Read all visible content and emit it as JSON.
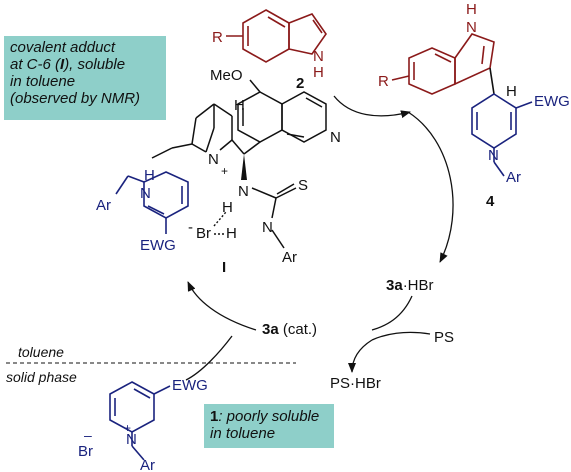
{
  "note_adduct": {
    "line1": "covalent adduct",
    "line2_pre": "at C-6 (",
    "line2_label": "I",
    "line2_post": "), soluble",
    "line3": "in toluene",
    "line4": "(observed by NMR)"
  },
  "note_pyridinium": {
    "label": "1",
    "line1_post": ": poorly soluble",
    "line2": "in toluene"
  },
  "catalyst": {
    "methoxy": "MeO",
    "H_top": "H",
    "N_quinoline": "N",
    "N_quinuclidine": "N",
    "plus": "+",
    "H_adduct": "H",
    "Ar_left": "Ar",
    "N_dihydro": "N",
    "EWG": "EWG",
    "N_thio1": "N",
    "H_thio1": "H",
    "S": "S",
    "bromide": "Br",
    "minus": "-",
    "H_thio2": "H",
    "N_thio2": "N",
    "Ar_thio": "Ar",
    "label": "I"
  },
  "indole": {
    "R": "R",
    "NH_H": "H",
    "N": "N",
    "label": "2"
  },
  "product": {
    "H_indole": "H",
    "N_indole": "N",
    "R": "R",
    "H_stereo": "H",
    "EWG": "EWG",
    "N": "N",
    "Ar": "Ar",
    "label": "4"
  },
  "cycle": {
    "hbr_salt_bold": "3a",
    "hbr_salt_rest": "·HBr",
    "cat_bold": "3a",
    "cat_rest": " (cat.)",
    "PS": "PS",
    "PS_HBr": "PS·HBr"
  },
  "phases": {
    "top": "toluene",
    "bottom": "solid phase"
  },
  "pyridinium": {
    "EWG": "EWG",
    "N": "N",
    "plus": "+",
    "Br": "Br",
    "minus": "–",
    "Ar": "Ar"
  },
  "colors": {
    "indole": "#8b1a1a",
    "pyridine": "#1a237e",
    "box": "#8ecfc9",
    "black": "#111111"
  }
}
